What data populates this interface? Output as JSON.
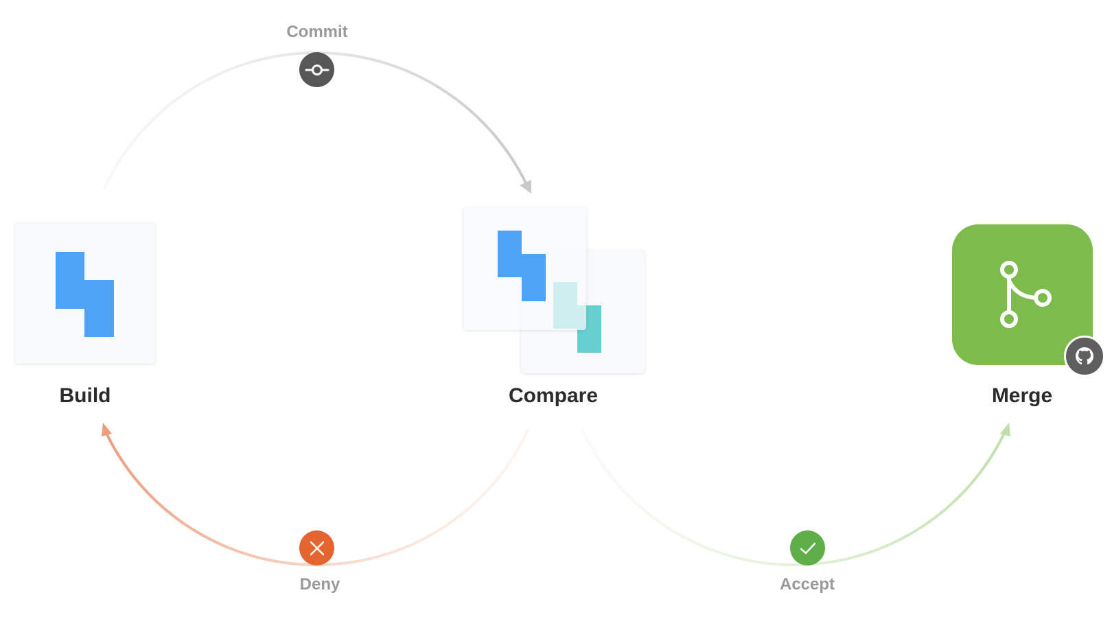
{
  "nodes": {
    "build": {
      "label": "Build",
      "icon": "storybook-icon"
    },
    "compare": {
      "label": "Compare",
      "icon": "compare-snapshots-icon"
    },
    "merge": {
      "label": "Merge",
      "icon": "git-merge-icon",
      "badge_icon": "github-icon"
    }
  },
  "steps": {
    "commit": {
      "label": "Commit",
      "icon": "git-commit-icon"
    },
    "deny": {
      "label": "Deny",
      "icon": "close-icon"
    },
    "accept": {
      "label": "Accept",
      "icon": "check-icon"
    }
  },
  "colors": {
    "primary_blue": "#4fa3f7",
    "teal": "#66cfd0",
    "teal_light": "#c3e9ea",
    "merge_green": "#7cbb4c",
    "accept_green": "#5faf48",
    "deny_orange": "#e4652f",
    "commit_gray": "#575757",
    "label_gray": "#9a9a9a",
    "title_dark": "#2b2b2b"
  }
}
